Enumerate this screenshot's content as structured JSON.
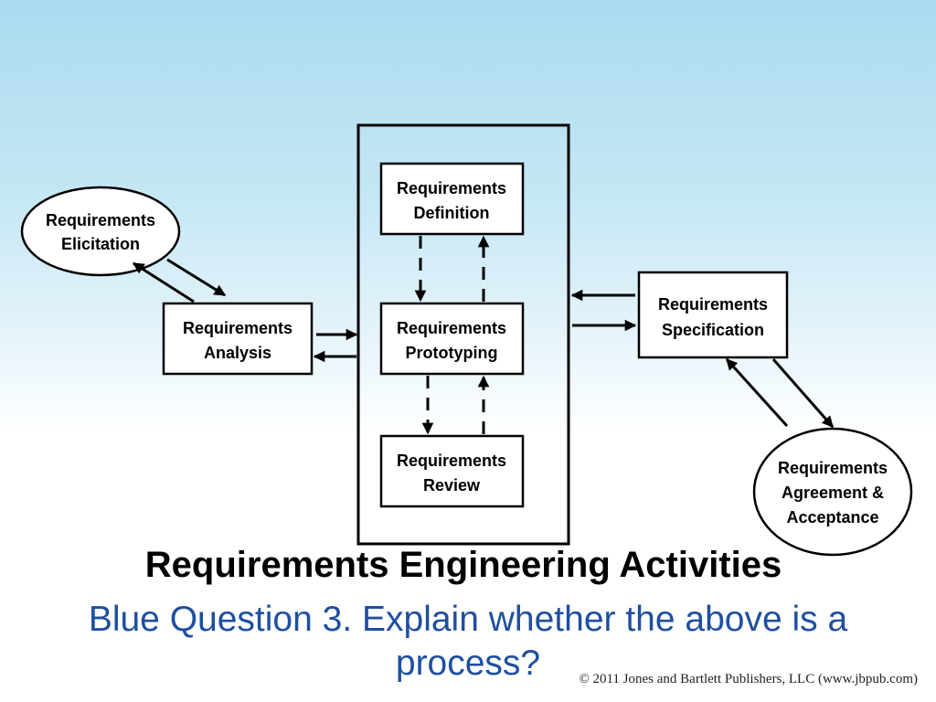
{
  "nodes": {
    "elicitation": {
      "line1": "Requirements",
      "line2": "Elicitation",
      "shape": "ellipse"
    },
    "analysis": {
      "line1": "Requirements",
      "line2": "Analysis",
      "shape": "box"
    },
    "definition": {
      "line1": "Requirements",
      "line2": "Definition",
      "shape": "box"
    },
    "prototyping": {
      "line1": "Requirements",
      "line2": "Prototyping",
      "shape": "box"
    },
    "review": {
      "line1": "Requirements",
      "line2": "Review",
      "shape": "box"
    },
    "specification": {
      "line1": "Requirements",
      "line2": "Specification",
      "shape": "box"
    },
    "agreement": {
      "line1": "Requirements",
      "line2": "Agreement &",
      "line3": "Acceptance",
      "shape": "ellipse"
    }
  },
  "edges": [
    {
      "from": "elicitation",
      "to": "analysis",
      "style": "solid"
    },
    {
      "from": "analysis",
      "to": "elicitation",
      "style": "solid"
    },
    {
      "from": "analysis",
      "to": "prototyping",
      "style": "solid"
    },
    {
      "from": "prototyping",
      "to": "analysis",
      "style": "solid"
    },
    {
      "from": "definition",
      "to": "prototyping",
      "style": "dashed"
    },
    {
      "from": "prototyping",
      "to": "definition",
      "style": "dashed"
    },
    {
      "from": "prototyping",
      "to": "review",
      "style": "dashed"
    },
    {
      "from": "review",
      "to": "prototyping",
      "style": "dashed"
    },
    {
      "from": "specification",
      "to": "prototyping",
      "style": "solid"
    },
    {
      "from": "prototyping",
      "to": "specification",
      "style": "solid"
    },
    {
      "from": "specification",
      "to": "agreement",
      "style": "solid"
    },
    {
      "from": "agreement",
      "to": "specification",
      "style": "solid"
    }
  ],
  "title": "Requirements Engineering Activities",
  "question": "Blue Question 3.  Explain whether  the above is a process?",
  "copyright": "© 2011 Jones and Bartlett Publishers, LLC (www.jbpub.com)",
  "colors": {
    "question_text": "#1f4fa0",
    "background_top": "#a9dbef",
    "background_bottom": "#ffffff"
  }
}
